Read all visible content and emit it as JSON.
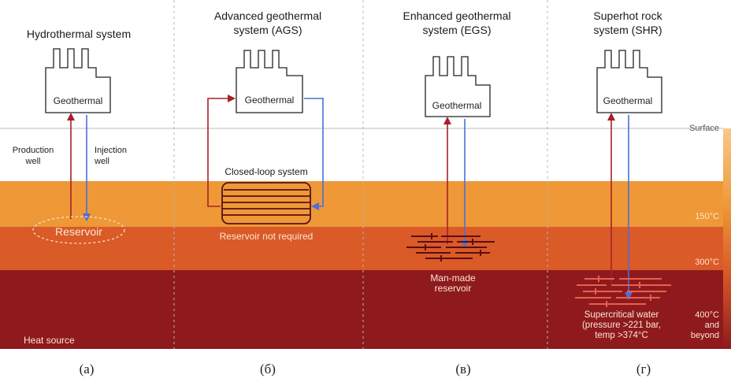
{
  "panels": [
    {
      "title_lines": [
        "Hydrothermal system"
      ],
      "plant_label": "Geothermal",
      "production_label_lines": [
        "Production",
        "well"
      ],
      "injection_label_lines": [
        "Injection",
        "well"
      ],
      "reservoir_label": "Reservoir",
      "heat_source_label": "Heat source",
      "caption": "(а)"
    },
    {
      "title_lines": [
        "Advanced geothermal",
        "system (AGS)"
      ],
      "plant_label": "Geothermal",
      "loop_label": "Closed-loop system",
      "reservoir_label": "Reservoir not required",
      "caption": "(б)"
    },
    {
      "title_lines": [
        "Enhanced geothermal",
        "system (EGS)"
      ],
      "plant_label": "Geothermal",
      "reservoir_label_lines": [
        "Man-made",
        "reservoir"
      ],
      "caption": "(в)"
    },
    {
      "title_lines": [
        "Superhot rock",
        "system (SHR)"
      ],
      "plant_label": "Geothermal",
      "note_lines": [
        "Supercritical water",
        "(pressure >221 bar,",
        "temp >374°C"
      ],
      "caption": "(г)"
    }
  ],
  "depth_scale": {
    "surface_label": "Surface",
    "temp_labels": [
      "150°C",
      "300°C"
    ],
    "deep_label_lines": [
      "400°C",
      "and",
      "beyond"
    ]
  },
  "colors": {
    "layer_150": "#EE9838",
    "layer_300": "#DA5A28",
    "layer_400": "#8E1A1E",
    "production_arrow": "#A8202A",
    "injection_arrow": "#4B6FD8",
    "fracture": "#5A0E12",
    "loop": "#5A1014"
  }
}
